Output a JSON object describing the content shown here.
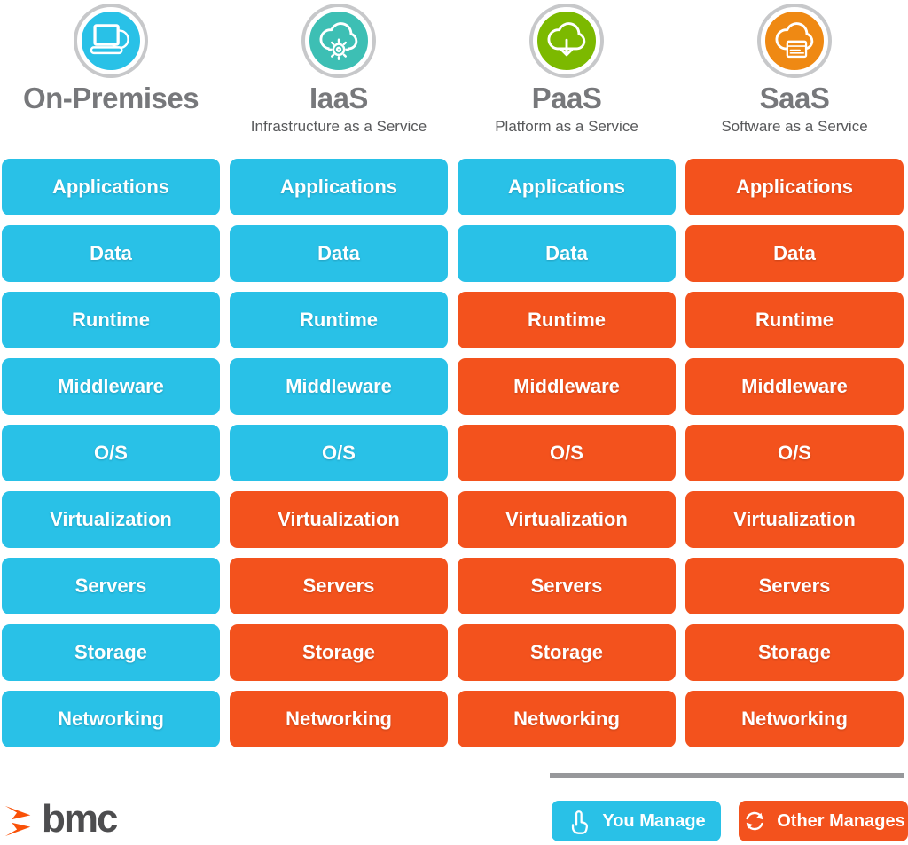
{
  "columns": [
    {
      "id": "on-premises",
      "title": "On-Premises",
      "subtitle": "",
      "icon": "laptop-icon",
      "circle_color": "#29C1E7",
      "cells": [
        "you",
        "you",
        "you",
        "you",
        "you",
        "you",
        "you",
        "you",
        "you"
      ]
    },
    {
      "id": "iaas",
      "title": "IaaS",
      "subtitle": "Infrastructure as a Service",
      "icon": "cloud-gear-icon",
      "circle_color": "#3DBFB4",
      "cells": [
        "you",
        "you",
        "you",
        "you",
        "you",
        "other",
        "other",
        "other",
        "other"
      ]
    },
    {
      "id": "paas",
      "title": "PaaS",
      "subtitle": "Platform as a Service",
      "icon": "cloud-download-icon",
      "circle_color": "#7CB900",
      "cells": [
        "you",
        "you",
        "other",
        "other",
        "other",
        "other",
        "other",
        "other",
        "other"
      ]
    },
    {
      "id": "saas",
      "title": "SaaS",
      "subtitle": "Software as a Service",
      "icon": "cloud-app-icon",
      "circle_color": "#EF8913",
      "cells": [
        "other",
        "other",
        "other",
        "other",
        "other",
        "other",
        "other",
        "other",
        "other"
      ]
    }
  ],
  "rows": [
    "Applications",
    "Data",
    "Runtime",
    "Middleware",
    "O/S",
    "Virtualization",
    "Servers",
    "Storage",
    "Networking"
  ],
  "legend": {
    "you": {
      "label": "You Manage",
      "color": "#29C1E7",
      "icon": "hand-click-icon"
    },
    "other": {
      "label": "Other Manages",
      "color": "#F3521D",
      "icon": "refresh-icon"
    },
    "divider_color": "#97989B"
  },
  "footer": {
    "logo_text": "bmc",
    "logo_color": "#F95108",
    "logo_text_color": "#4D4D4F"
  }
}
